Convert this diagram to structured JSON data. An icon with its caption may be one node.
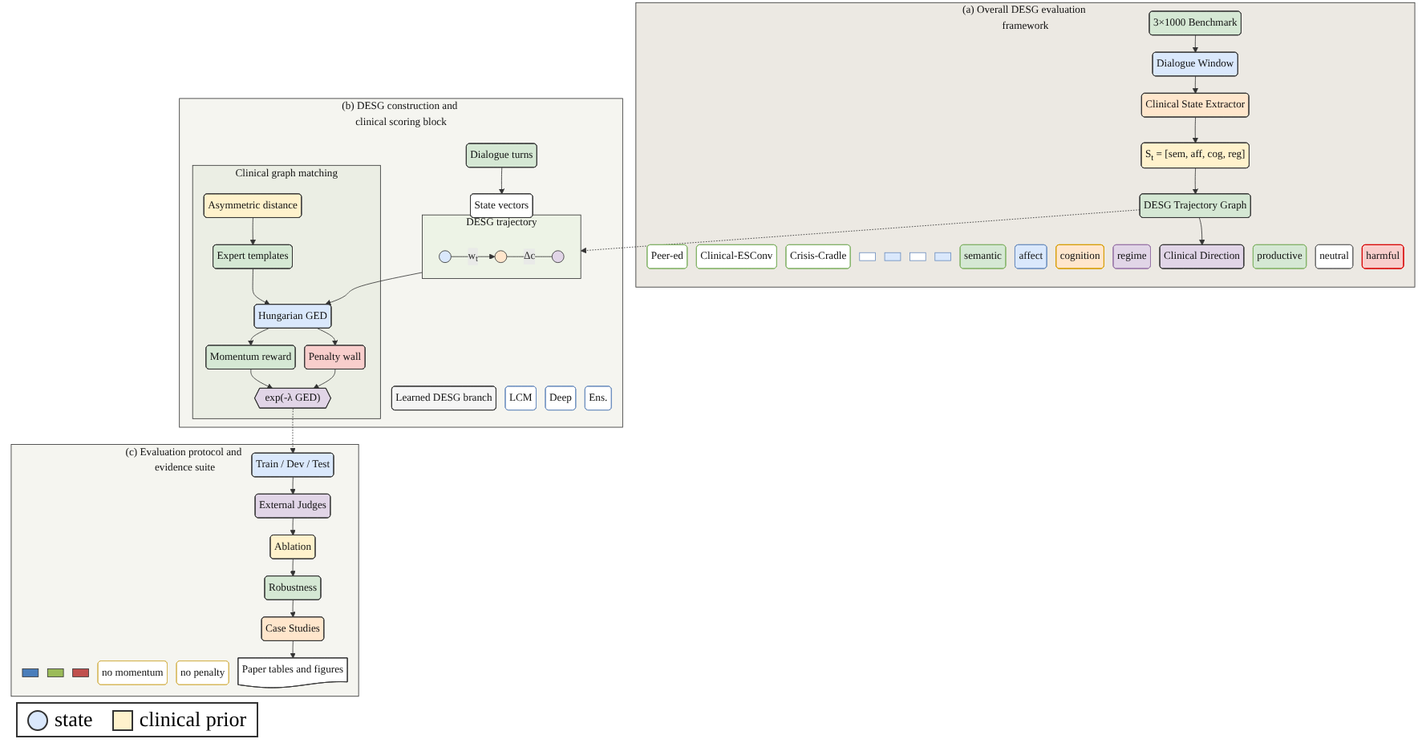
{
  "diagram": {
    "nodes": [
      {
        "text": [
          "(a) Overall DESG evaluation framework"
        ]
      },
      {
        "text": [
          "3×1000 Benchmark"
        ],
        "in": 0
      },
      {
        "text": [
          "Dialogue Window"
        ],
        "in": 0
      },
      {
        "text": [
          "Peer-ed"
        ],
        "in": 0
      },
      {
        "text": [
          "Clinical-ESConv"
        ],
        "in": 0
      },
      {
        "text": [
          "Crisis-Cradle"
        ],
        "in": 0
      },
      {
        "text": [],
        "shape": "box",
        "in": 0
      },
      {
        "text": [],
        "shape": "box",
        "in": 0
      },
      {
        "text": [],
        "shape": "box",
        "in": 0
      },
      {
        "text": [],
        "shape": "box",
        "in": 0
      },
      {
        "text": [
          "Clinical State Extractor"
        ],
        "in": 0
      },
      {
        "text": [
          "S$_{t}$ = [sem, aff, cog, reg]"
        ],
        "in": 0
      },
      {
        "text": [
          "semantic"
        ],
        "in": 0
      },
      {
        "text": [
          "affect"
        ],
        "in": 0
      },
      {
        "text": [
          "cognition"
        ],
        "in": 0
      },
      {
        "text": [
          "regime"
        ],
        "in": 0
      },
      {
        "text": [
          "DESG Trajectory Graph"
        ],
        "in": 0
      },
      {
        "text": [
          "Clinical Direction"
        ],
        "in": 0
      },
      {
        "text": [
          "productive"
        ],
        "in": 0
      },
      {
        "text": [
          "neutral"
        ],
        "in": 0
      },
      {
        "text": [
          "harmful"
        ],
        "in": 0
      },
      {
        "text": [
          "(b) DESG construction and clinical scoring block"
        ]
      },
      {
        "text": [
          "Dialogue turns"
        ],
        "in": 21
      },
      {
        "text": [
          "State vectors"
        ],
        "in": 21
      },
      {
        "text": [
          "DESG trajectory"
        ],
        "in": 21
      },
      {
        "text": [],
        "shape": "circle",
        "in": 24
      },
      {
        "text": [],
        "shape": "circle",
        "in": 24
      },
      {
        "text": [],
        "shape": "circle",
        "in": 24
      },
      {
        "text": [
          "Learned DESG branch"
        ],
        "in": 21
      },
      {
        "text": [
          "LCM"
        ],
        "in": 21
      },
      {
        "text": [
          "Deep"
        ],
        "in": 21
      },
      {
        "text": [
          "Ens."
        ],
        "in": 21
      },
      {
        "text": [
          "Clinical graph matching"
        ],
        "in": 21
      },
      {
        "text": [
          "Asymmetric distance"
        ],
        "in": 32
      },
      {
        "text": [
          "Expert templates"
        ],
        "in": 32
      },
      {
        "text": [
          "Hungarian GED"
        ],
        "in": 32
      },
      {
        "text": [
          "Momentum reward"
        ],
        "in": 32
      },
      {
        "text": [
          "Penalty wall"
        ],
        "in": 32
      },
      {
        "text": [
          "exp(-λ GED)"
        ],
        "in": 32
      },
      {
        "text": [
          "(c) Evaluation protocol and evidence suite"
        ]
      },
      {
        "text": [
          "Train / Dev / Test"
        ],
        "in": 39
      },
      {
        "text": [
          "External Judges"
        ],
        "in": 39
      },
      {
        "text": [
          "Ablation"
        ],
        "in": 39
      },
      {
        "text": [
          "Robustness"
        ],
        "in": 39
      },
      {
        "text": [
          "Case Studies"
        ],
        "in": 39
      },
      {
        "text": [],
        "shape": "bar",
        "in": 39
      },
      {
        "text": [],
        "shape": "bar",
        "in": 39
      },
      {
        "text": [],
        "shape": "bar",
        "in": 39
      },
      {
        "text": [
          "no momentum"
        ],
        "in": 39
      },
      {
        "text": [
          "no penalty"
        ],
        "in": 39
      },
      {
        "text": [
          "Paper tables and figures"
        ],
        "in": 39
      }
    ],
    "edges": [
      {
        "from": 1,
        "to": 2,
        "arrow": "to"
      },
      {
        "from": 2,
        "to": 10,
        "arrow": "to"
      },
      {
        "from": 10,
        "to": 11,
        "arrow": "to"
      },
      {
        "from": 11,
        "to": 16,
        "arrow": "to"
      },
      {
        "from": 16,
        "to": 17,
        "arrow": "to"
      },
      {
        "from": 16,
        "to": 24,
        "arrow": "to",
        "style": "dashed"
      },
      {
        "from": 22,
        "to": 23,
        "arrow": "to"
      },
      {
        "from": 23,
        "to": 24,
        "arrow": "to"
      },
      {
        "from": 25,
        "to": 26,
        "arrow": "to",
        "label": "w$_{t}$"
      },
      {
        "from": 26,
        "to": 27,
        "arrow": "none",
        "label": "Δc"
      },
      {
        "from": 24,
        "to": 35,
        "arrow": "to"
      },
      {
        "from": 33,
        "to": 34,
        "arrow": "to"
      },
      {
        "from": 34,
        "to": 35,
        "arrow": "to"
      },
      {
        "from": 35,
        "to": 36,
        "arrow": "to"
      },
      {
        "from": 35,
        "to": 37,
        "arrow": "to"
      },
      {
        "from": 36,
        "to": 38,
        "arrow": "to"
      },
      {
        "from": 37,
        "to": 38,
        "arrow": "to"
      },
      {
        "from": 38,
        "to": 40,
        "arrow": "to",
        "style": "dashed"
      },
      {
        "from": 40,
        "to": 41,
        "arrow": "to"
      },
      {
        "from": 41,
        "to": 42,
        "arrow": "to"
      },
      {
        "from": 42,
        "to": 43,
        "arrow": "to"
      },
      {
        "from": 43,
        "to": 44,
        "arrow": "to"
      },
      {
        "from": 44,
        "to": 50,
        "arrow": "to"
      }
    ],
    "legend": [
      {
        "text": "state",
        "color": "#dae8fc"
      },
      {
        "text": "clinical prior",
        "color": "#fff2cc"
      }
    ]
  }
}
